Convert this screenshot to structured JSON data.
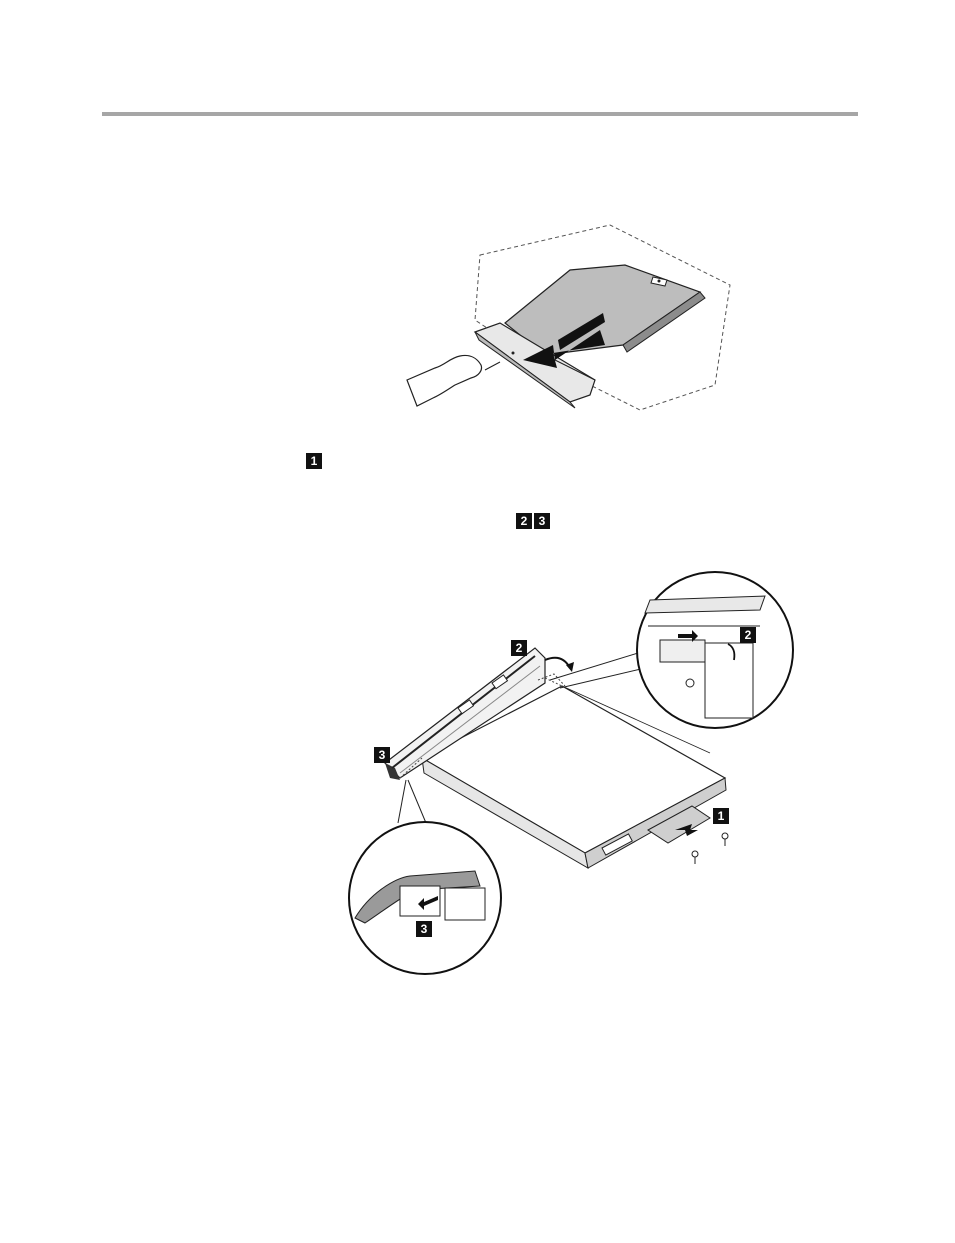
{
  "steps": {
    "step_one_badge": "1",
    "step_two_badge": "2",
    "step_three_badge": "3"
  },
  "figure_two": {
    "callout_1": "1",
    "callout_2": "2",
    "callout_3": "3",
    "detail_top_callout": "2",
    "detail_bottom_callout": "3"
  }
}
